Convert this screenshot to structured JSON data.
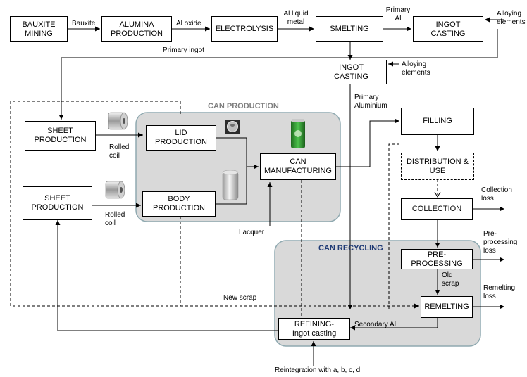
{
  "colors": {
    "can_production_bg": "#d9d9d9",
    "can_production_border": "#8fa9b0",
    "can_production_title": "#7f7f7f",
    "can_recycling_title": "#1f3a75",
    "line": "#000000"
  },
  "regions": {
    "can_production": "CAN PRODUCTION",
    "can_recycling": "CAN RECYCLING"
  },
  "boxes": {
    "bauxite_mining": "BAUXITE\nMINING",
    "alumina_production": "ALUMINA\nPRODUCTION",
    "electrolysis": "ELECTROLYSIS",
    "smelting": "SMELTING",
    "ingot_casting_top": "INGOT\nCASTING",
    "ingot_casting_mid": "INGOT\nCASTING",
    "sheet_production_1": "SHEET\nPRODUCTION",
    "lid_production": "LID\nPRODUCTION",
    "can_manufacturing": "CAN\nMANUFACTURING",
    "filling": "FILLING",
    "distribution_use": "DISTRIBUTION &\nUSE",
    "sheet_production_2": "SHEET\nPRODUCTION",
    "body_production": "BODY\nPRODUCTION",
    "collection": "COLLECTION",
    "pre_processing": "PRE-\nPROCESSING",
    "remelting": "REMELTING",
    "refining": "REFINING-\nIngot casting"
  },
  "labels": {
    "bauxite": "Bauxite",
    "al_oxide": "Al oxide",
    "al_liquid_metal": "Al liquid\nmetal",
    "primary_al": "Primary\nAl",
    "alloying_elements_top": "Alloying\nelements",
    "primary_ingot": "Primary ingot",
    "alloying_elements_mid": "Alloying\nelements",
    "primary_aluminium": "Primary\nAluminium",
    "rolled_coil_1": "Rolled\ncoil",
    "rolled_coil_2": "Rolled\ncoil",
    "lacquer": "Lacquer",
    "collection_loss": "Collection\nloss",
    "pre_processing_loss": "Pre-\nprocessing\nloss",
    "old_scrap": "Old\nscrap",
    "remelting_loss": "Remelting\nloss",
    "new_scrap": "New scrap",
    "secondary_al": "Secondary Al",
    "reintegration": "Reintegration with a, b, c, d"
  },
  "icons": {
    "coil_1": "coil-icon",
    "coil_2": "coil-icon",
    "lid": "lid-icon",
    "beverage_can_green": "beverage-can-icon",
    "can_body_silver": "can-body-icon"
  }
}
